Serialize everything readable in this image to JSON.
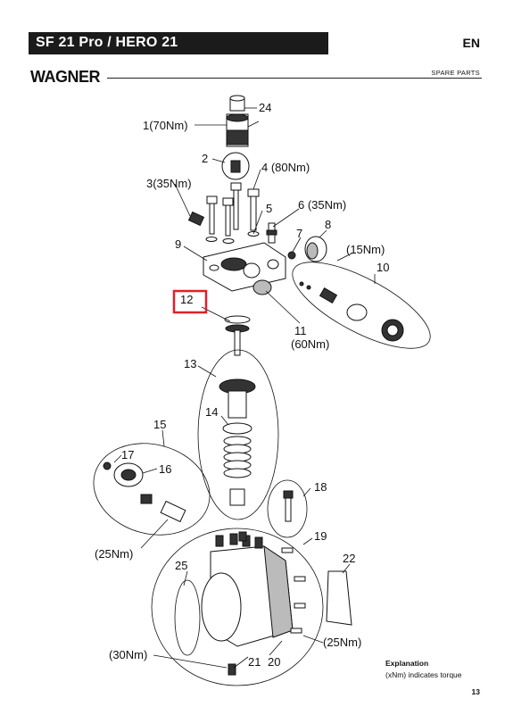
{
  "header": {
    "title": "SF 21 Pro / HERO 21",
    "lang": "EN",
    "brand": "WAGNER",
    "section": "SPARE PARTS"
  },
  "labels": {
    "p1": "1(70Nm)",
    "p2": "2",
    "p3": "3(35Nm)",
    "p4": "4 (80Nm)",
    "p5": "5",
    "p6": "6 (35Nm)",
    "p7": "7",
    "p8": "8",
    "p9": "9",
    "p10": "10",
    "p10t": "(15Nm)",
    "p11": "11",
    "p11t": "(60Nm)",
    "p12": "12",
    "p13": "13",
    "p14": "14",
    "p15": "15",
    "p16": "16",
    "p17": "17",
    "p18": "18",
    "p19": "19",
    "p20": "20",
    "p21": "21",
    "p22": "22",
    "p24": "24",
    "p25": "25",
    "t25a": "(25Nm)",
    "t25b": "(25Nm)",
    "t30": "(30Nm)"
  },
  "highlight": {
    "color": "#e0202a"
  },
  "footer": {
    "explanation_title": "Explanation",
    "explanation_text": "(xNm) indicates torque",
    "page_number": "13"
  }
}
